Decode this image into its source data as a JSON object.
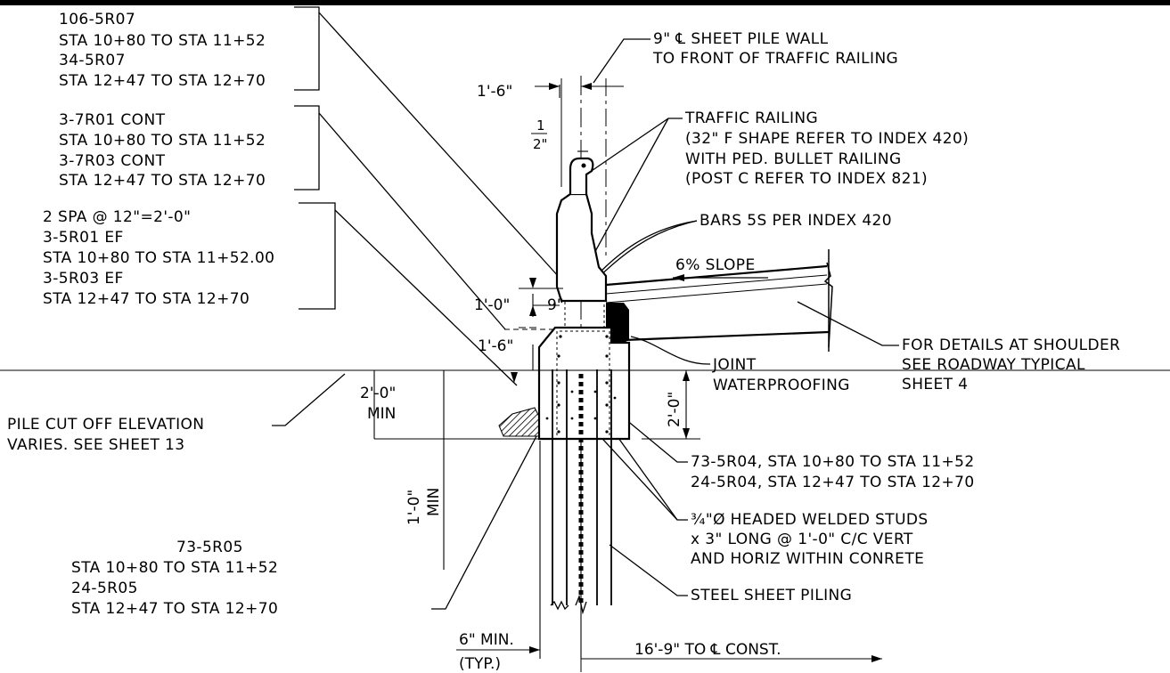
{
  "callouts": {
    "bars_106": [
      "106-5R07",
      "STA 10+80 TO STA 11+52",
      "34-5R07",
      "STA 12+47 TO STA 12+70"
    ],
    "bars_7r": [
      "3-7R01 CONT",
      "STA 10+80 TO STA 11+52",
      "3-7R03 CONT",
      "STA 12+47 TO STA 12+70"
    ],
    "bars_5r01": [
      "2 SPA @ 12\"=2'-0\"",
      "3-5R01 EF",
      "STA 10+80 TO STA 11+52.00",
      "3-5R03 EF",
      "STA 12+47 TO STA 12+70"
    ],
    "sheet_pile_wall": [
      "9\" ℄ SHEET PILE WALL",
      "TO FRONT OF TRAFFIC RAILING"
    ],
    "traffic_railing": [
      "TRAFFIC RAILING",
      "(32\" F SHAPE REFER TO INDEX 420)",
      "WITH PED. BULLET RAILING",
      "(POST C REFER TO INDEX 821)"
    ],
    "bars_5s": "BARS 5S PER INDEX 420",
    "slope": "6% SLOPE",
    "shoulder": [
      "FOR DETAILS AT SHOULDER",
      "SEE ROADWAY TYPICAL",
      "SHEET 4"
    ],
    "joint": [
      "JOINT",
      "WATERPROOFING"
    ],
    "pile_cutoff": [
      "PILE CUT OFF ELEVATION",
      "VARIES. SEE SHEET 13"
    ],
    "bars_5r04": [
      "73-5R04, STA 10+80 TO STA 11+52",
      "24-5R04, STA 12+47 TO STA 12+70"
    ],
    "studs": [
      "¾\"Ø HEADED WELDED STUDS",
      "x 3\" LONG @ 1'-0\" C/C VERT",
      "AND HORIZ WITHIN CONRETE"
    ],
    "bars_5r05": [
      "73-5R05",
      "STA 10+80 TO STA 11+52",
      "24-5R05",
      "STA 12+47 TO STA 12+70"
    ],
    "steel_piling": "STEEL SHEET PILING"
  },
  "dimensions": {
    "d_1_6_top": "1'-6\"",
    "d_half_num": "1",
    "d_half_den": "2\"",
    "d_1_0": "1'-0\"",
    "d_9": "9\"",
    "d_1_6": "1'-6\"",
    "d_2_0": "2'-0\"",
    "d_min": "MIN",
    "d_2_0_right": "2'-0\"",
    "d_1_0_min": "1'-0\"",
    "d_min_vert": "MIN",
    "d_6_min": "6\" MIN.",
    "d_typ": "(TYP.)",
    "d_16_9": "16'-9\" TO ℄ CONST."
  }
}
